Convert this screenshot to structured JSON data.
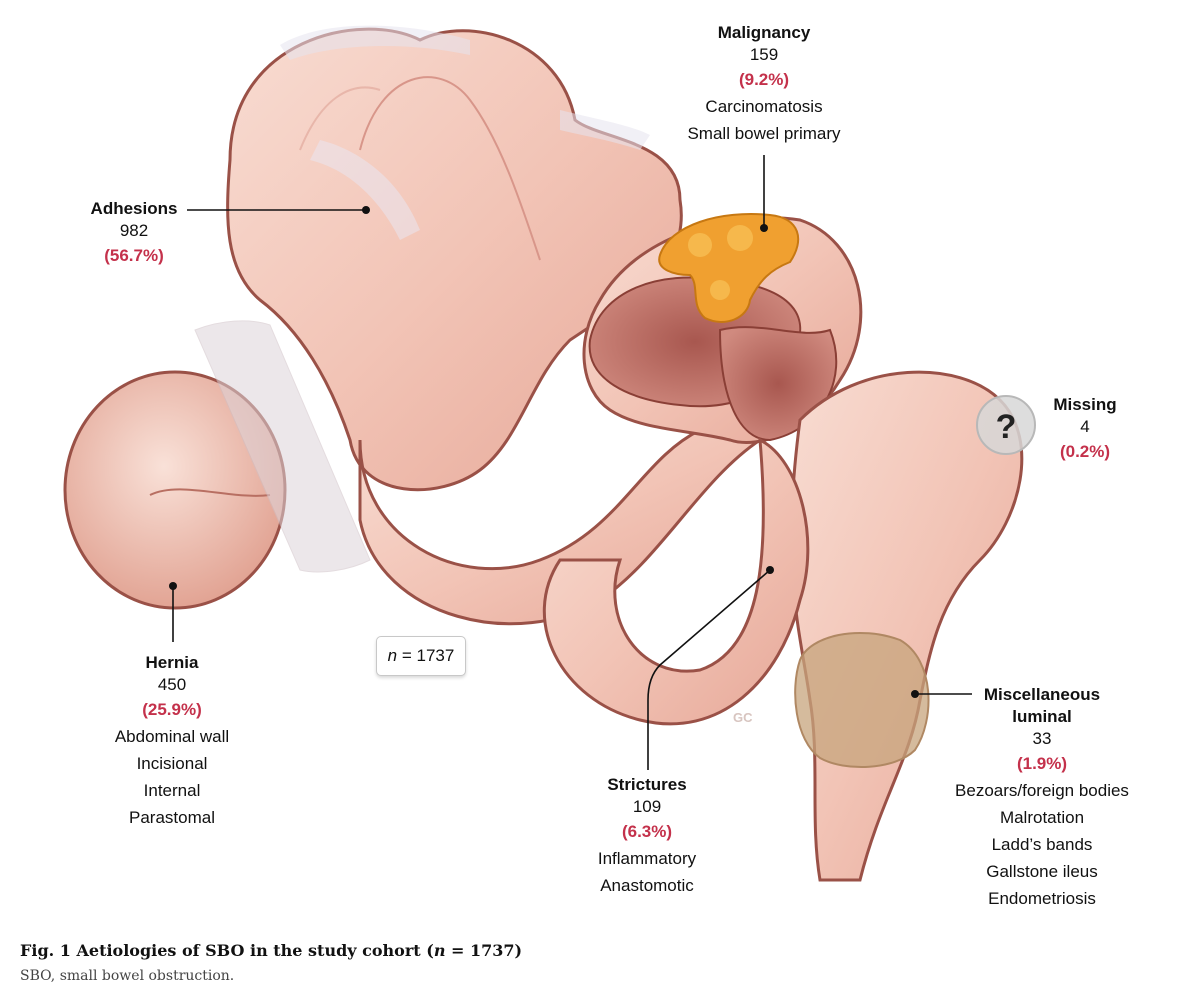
{
  "sample": {
    "prefix": "n",
    "text": " = 1737"
  },
  "categories": {
    "adhesions": {
      "name": "Adhesions",
      "count": "982",
      "pct": "(56.7%)",
      "subtypes": []
    },
    "malignancy": {
      "name": "Malignancy",
      "count": "159",
      "pct": "(9.2%)",
      "subtypes": [
        "Carcinomatosis",
        "Small bowel primary"
      ]
    },
    "missing": {
      "name": "Missing",
      "count": "4",
      "pct": "(0.2%)",
      "subtypes": [],
      "icon": "question-mark-icon"
    },
    "hernia": {
      "name": "Hernia",
      "count": "450",
      "pct": "(25.9%)",
      "subtypes": [
        "Abdominal wall",
        "Incisional",
        "Internal",
        "Parastomal"
      ]
    },
    "strictures": {
      "name": "Strictures",
      "count": "109",
      "pct": "(6.3%)",
      "subtypes": [
        "Inflammatory",
        "Anastomotic"
      ]
    },
    "misc": {
      "name_line1": "Miscellaneous",
      "name_line2": "luminal",
      "count": "33",
      "pct": "(1.9%)",
      "subtypes": [
        "Bezoars/foreign bodies",
        "Malrotation",
        "Ladd’s bands",
        "Gallstone ileus",
        "Endometriosis"
      ]
    }
  },
  "question_glyph": "?",
  "artist_mark": "GC",
  "caption": {
    "fig": "Fig. 1",
    "title_main": " Aetiologies of SBO in the study cohort (",
    "title_n": "n",
    "title_end": " = 1737)",
    "note": "SBO, small bowel obstruction."
  },
  "colors": {
    "bowel_fill": "#f3c9bd",
    "bowel_outline": "#9a5147",
    "mucosa": "#b5675e",
    "tumor": "#f0a030",
    "percent_red": "#c4314b"
  }
}
